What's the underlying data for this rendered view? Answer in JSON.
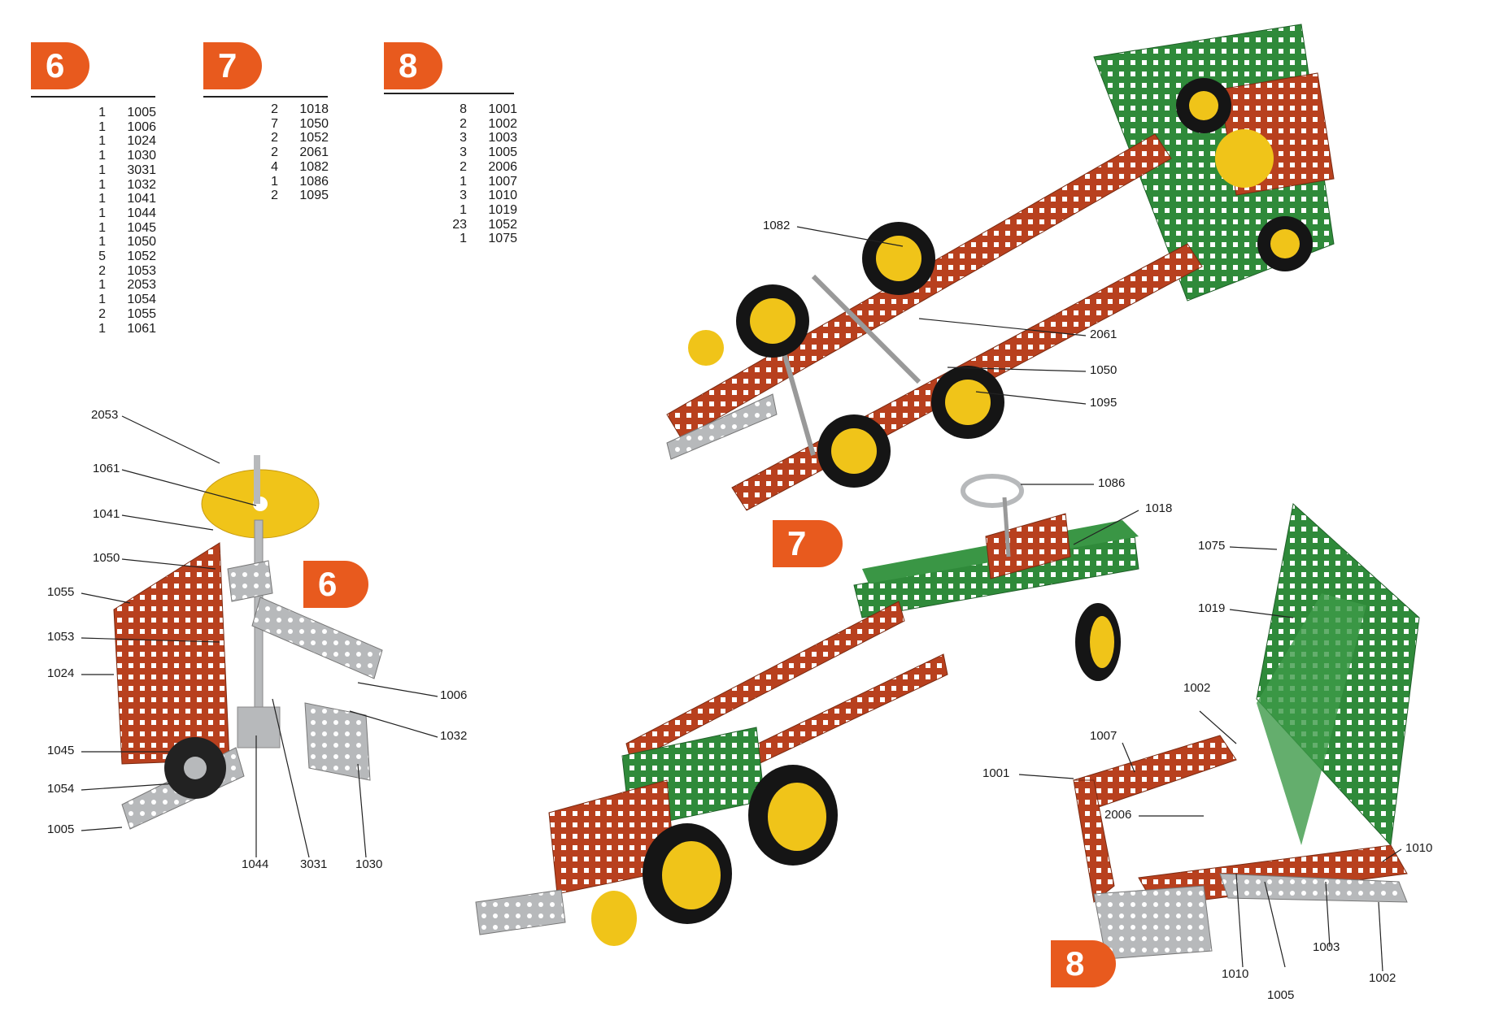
{
  "sections": [
    {
      "number": "6",
      "parts": [
        {
          "qty": "1",
          "part": "1005"
        },
        {
          "qty": "1",
          "part": "1006"
        },
        {
          "qty": "1",
          "part": "1024"
        },
        {
          "qty": "1",
          "part": "1030"
        },
        {
          "qty": "1",
          "part": "3031"
        },
        {
          "qty": "1",
          "part": "1032"
        },
        {
          "qty": "1",
          "part": "1041"
        },
        {
          "qty": "1",
          "part": "1044"
        },
        {
          "qty": "1",
          "part": "1045"
        },
        {
          "qty": "1",
          "part": "1050"
        },
        {
          "qty": "5",
          "part": "1052"
        },
        {
          "qty": "2",
          "part": "1053"
        },
        {
          "qty": "1",
          "part": "2053"
        },
        {
          "qty": "1",
          "part": "1054"
        },
        {
          "qty": "2",
          "part": "1055"
        },
        {
          "qty": "1",
          "part": "1061"
        }
      ]
    },
    {
      "number": "7",
      "parts": [
        {
          "qty": "2",
          "part": "1018"
        },
        {
          "qty": "7",
          "part": "1050"
        },
        {
          "qty": "2",
          "part": "1052"
        },
        {
          "qty": "2",
          "part": "2061"
        },
        {
          "qty": "4",
          "part": "1082"
        },
        {
          "qty": "1",
          "part": "1086"
        },
        {
          "qty": "2",
          "part": "1095"
        }
      ]
    },
    {
      "number": "8",
      "parts": [
        {
          "qty": "8",
          "part": "1001"
        },
        {
          "qty": "2",
          "part": "1002"
        },
        {
          "qty": "3",
          "part": "1003"
        },
        {
          "qty": "3",
          "part": "1005"
        },
        {
          "qty": "2",
          "part": "2006"
        },
        {
          "qty": "1",
          "part": "1007"
        },
        {
          "qty": "3",
          "part": "1010"
        },
        {
          "qty": "1",
          "part": "1019"
        },
        {
          "qty": "23",
          "part": "1052"
        },
        {
          "qty": "1",
          "part": "1075"
        }
      ]
    }
  ],
  "model_badges": [
    "6",
    "7",
    "8"
  ],
  "callouts": {
    "m6": [
      "2053",
      "1061",
      "1041",
      "1050",
      "1055",
      "1053",
      "1024",
      "1045",
      "1054",
      "1005",
      "1044",
      "3031",
      "1030",
      "1006",
      "1032"
    ],
    "m7_top": [
      "1082",
      "2061",
      "1050",
      "1095"
    ],
    "m7_bottom": [
      "1086",
      "1018"
    ],
    "m8": [
      "1075",
      "1019",
      "1002",
      "1007",
      "1001",
      "2006",
      "1010",
      "1003",
      "1010",
      "1005",
      "1002"
    ]
  },
  "colors": {
    "badge": "#e85a1e",
    "green_plate": "#2f8a3a",
    "red_strip": "#b8401e",
    "wheel_hub": "#f0c419",
    "metal": "#b7b9bb"
  }
}
